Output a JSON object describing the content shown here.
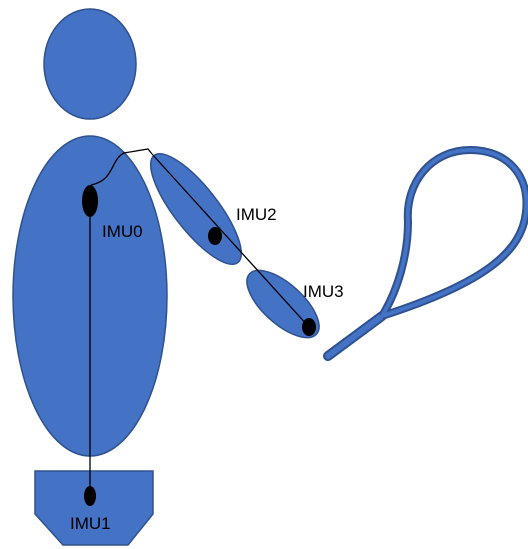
{
  "figure": {
    "colors": {
      "body_fill": "#4472C4",
      "body_stroke": "#2F528F",
      "racket_stroke": "#2F528F",
      "sensor_fill": "#000000",
      "wire_stroke": "#000000",
      "background": "#FFFFFF"
    },
    "sensors": [
      {
        "id": "imu0",
        "label": "IMU0",
        "location": "torso"
      },
      {
        "id": "imu1",
        "label": "IMU1",
        "location": "hip"
      },
      {
        "id": "imu2",
        "label": "IMU2",
        "location": "upper-arm"
      },
      {
        "id": "imu3",
        "label": "IMU3",
        "location": "forearm"
      }
    ],
    "parts": [
      "head",
      "torso",
      "hip",
      "upper-arm",
      "forearm",
      "racket"
    ]
  }
}
